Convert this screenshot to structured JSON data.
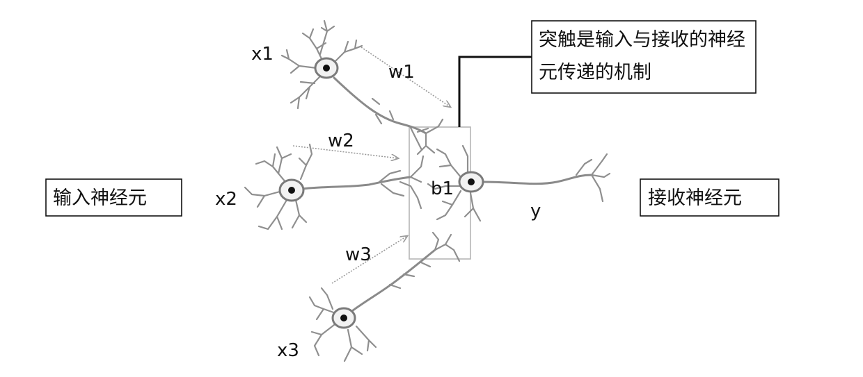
{
  "labels": {
    "x1": "x1",
    "x2": "x2",
    "x3": "x3",
    "w1": "w1",
    "w2": "w2",
    "w3": "w3",
    "b1": "b1",
    "y": "y"
  },
  "boxes": {
    "input_neuron": "输入神经元",
    "receiving_neuron": "接收神经元",
    "synapse_note_line1": "突触是输入与接收的神经",
    "synapse_note_line2": "元传递的机制"
  },
  "colors": {
    "neuron_gray": "#8a8a8a",
    "nucleus": "#111111",
    "box_border": "#111111"
  }
}
